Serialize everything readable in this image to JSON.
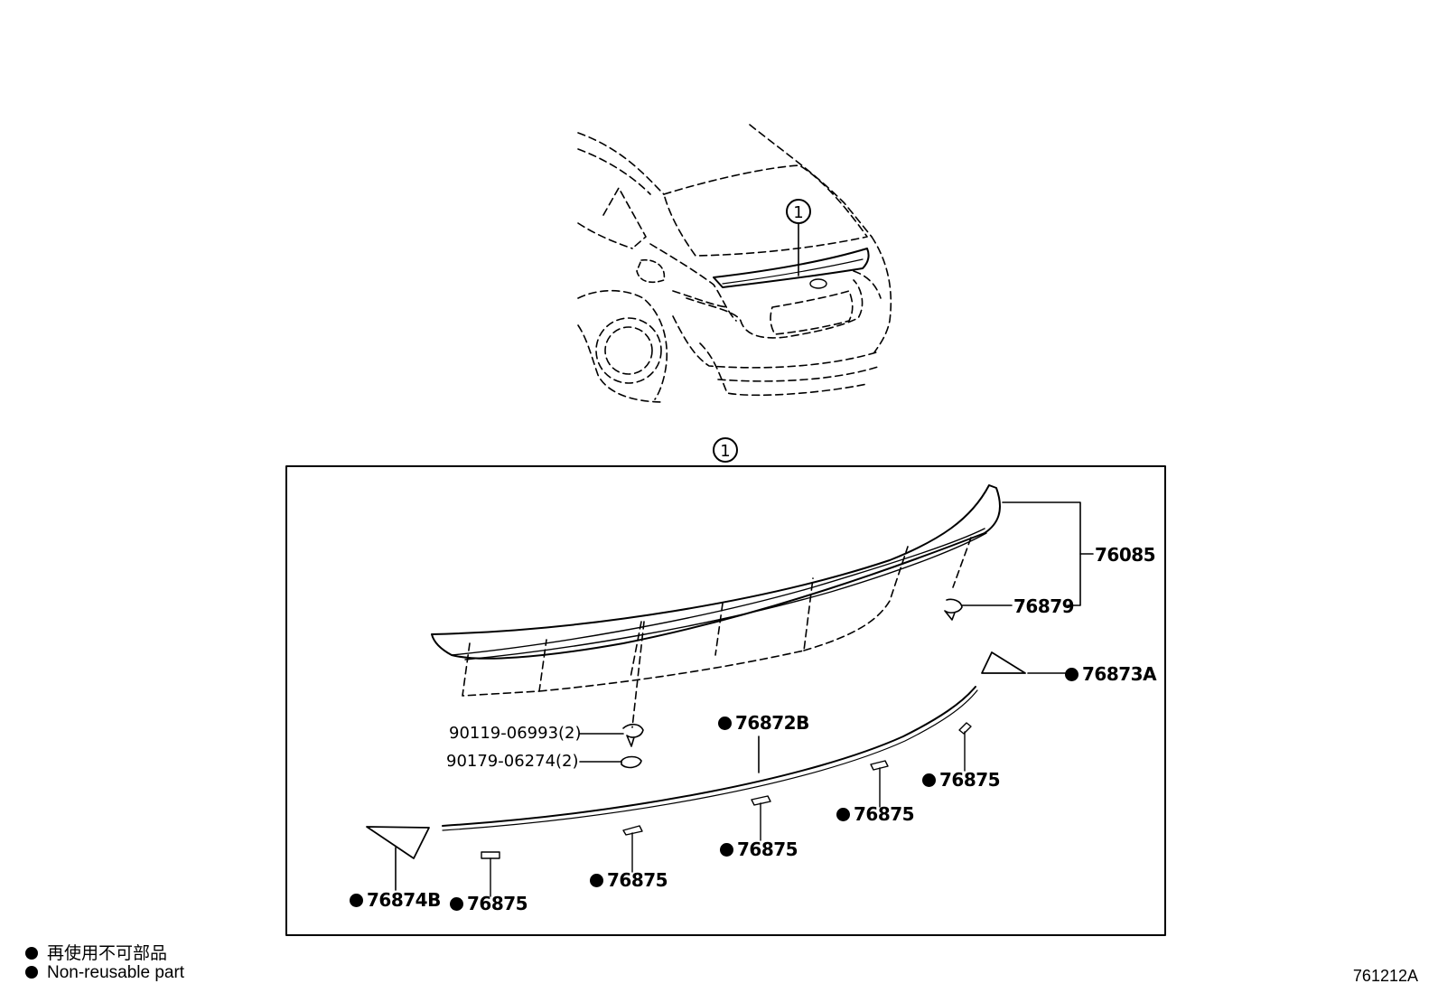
{
  "diagram": {
    "callout_symbol": "1",
    "parts": [
      {
        "id": "p76085",
        "number": "76085",
        "non_reusable": false
      },
      {
        "id": "p76879",
        "number": "76879",
        "non_reusable": false
      },
      {
        "id": "p76873A",
        "number": "76873A",
        "non_reusable": true
      },
      {
        "id": "p76872B",
        "number": "76872B",
        "non_reusable": true
      },
      {
        "id": "p90119",
        "number": "90119-06993(2)",
        "non_reusable": false
      },
      {
        "id": "p90179",
        "number": "90179-06274(2)",
        "non_reusable": false
      },
      {
        "id": "p76875a",
        "number": "76875",
        "non_reusable": true
      },
      {
        "id": "p76875b",
        "number": "76875",
        "non_reusable": true
      },
      {
        "id": "p76875c",
        "number": "76875",
        "non_reusable": true
      },
      {
        "id": "p76875d",
        "number": "76875",
        "non_reusable": true
      },
      {
        "id": "p76875e",
        "number": "76875",
        "non_reusable": true
      },
      {
        "id": "p76874B",
        "number": "76874B",
        "non_reusable": true
      }
    ]
  },
  "legend": {
    "line_jp": "再使用不可部品",
    "line_en": "Non-reusable part"
  },
  "reference_code": "761212A",
  "icons": {
    "non_reusable_marker": "filled-circle-icon",
    "callout_marker": "circled-number-icon"
  }
}
